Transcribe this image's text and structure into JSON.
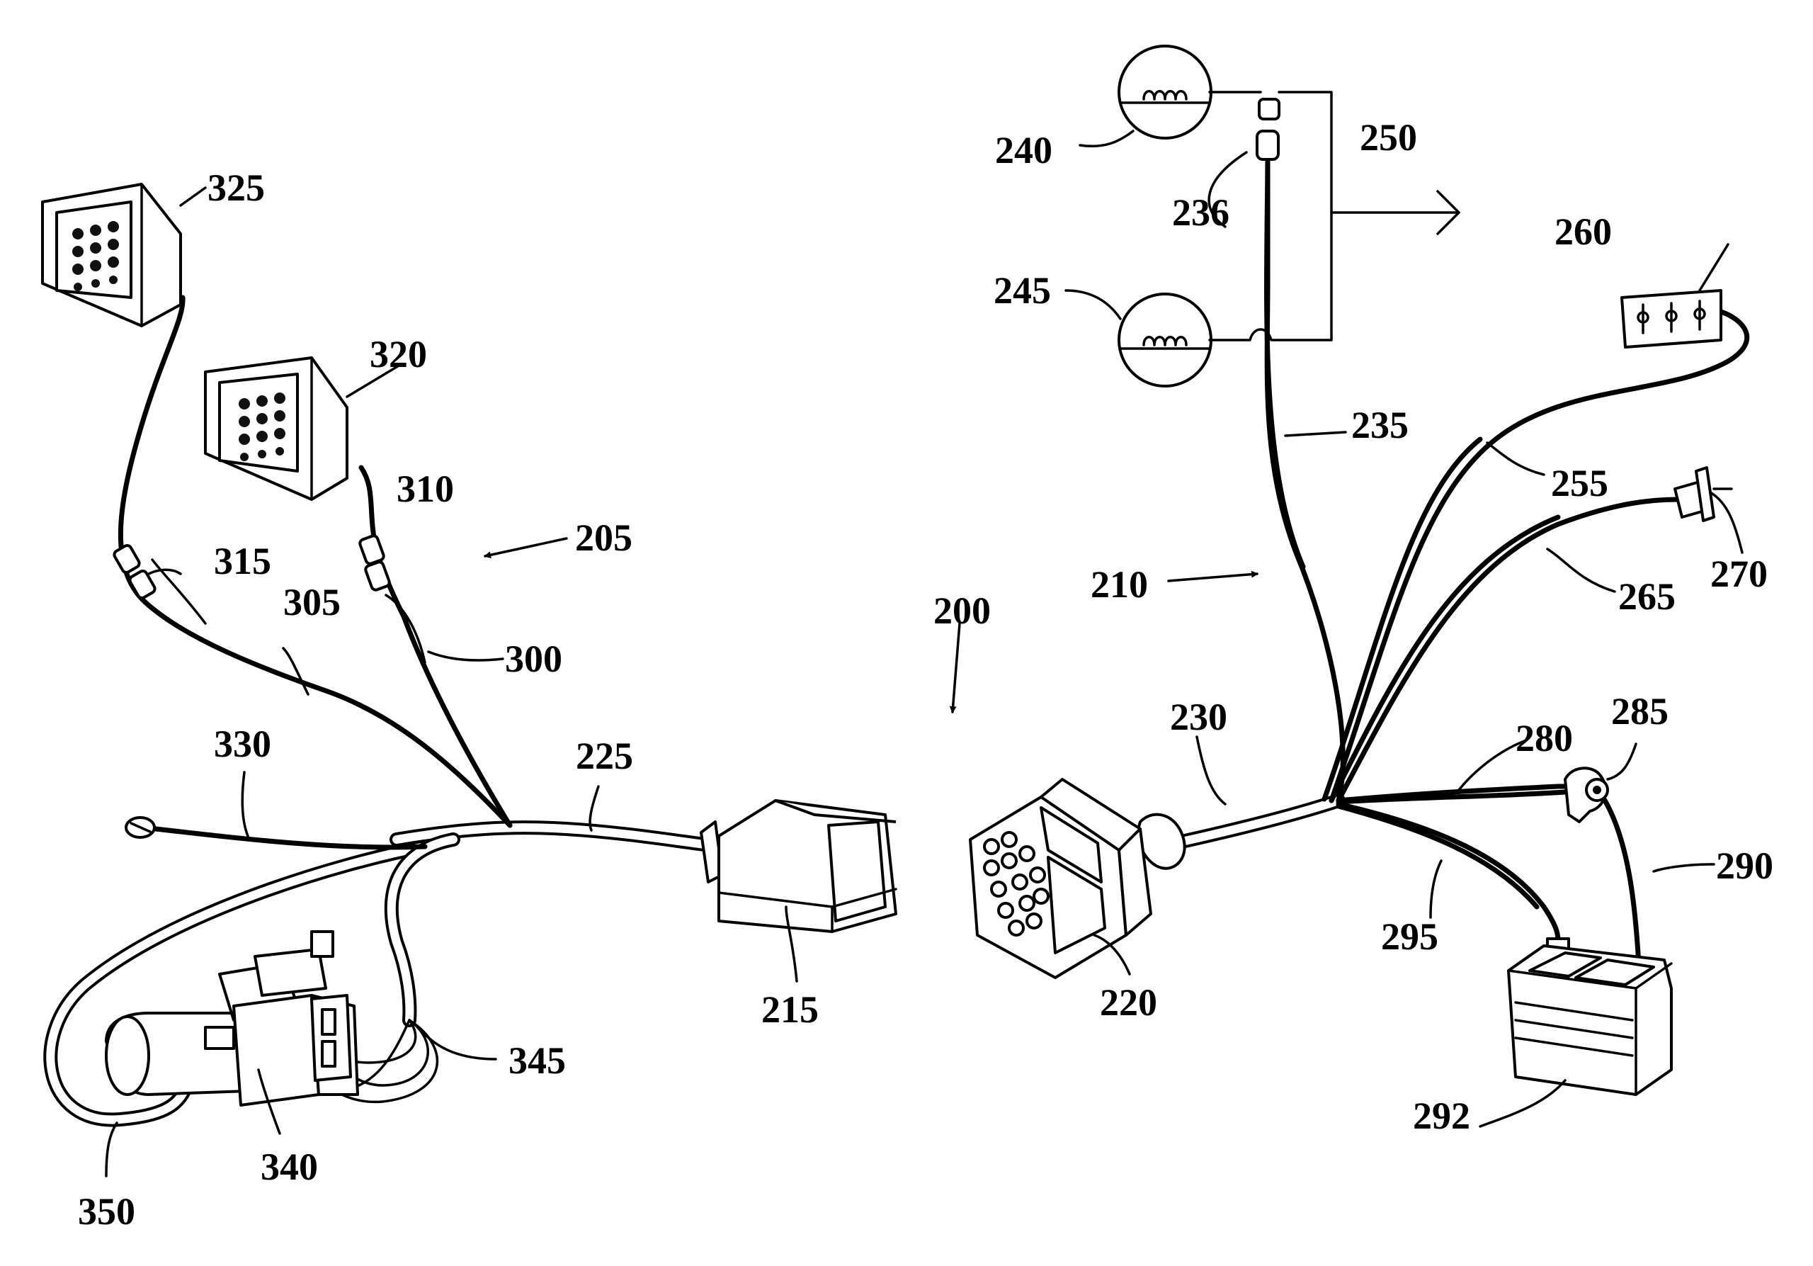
{
  "diagram": {
    "labels": {
      "l200": "200",
      "l205": "205",
      "l210": "210",
      "l215": "215",
      "l220": "220",
      "l225": "225",
      "l230": "230",
      "l235": "235",
      "l236": "236",
      "l240": "240",
      "l245": "245",
      "l250": "250",
      "l255": "255",
      "l260": "260",
      "l265": "265",
      "l270": "270",
      "l280": "280",
      "l285": "285",
      "l290": "290",
      "l292": "292",
      "l295": "295",
      "l300": "300",
      "l305": "305",
      "l310": "310",
      "l315": "315",
      "l320": "320",
      "l325": "325",
      "l330": "330",
      "l340": "340",
      "l345": "345",
      "l350": "350"
    }
  }
}
